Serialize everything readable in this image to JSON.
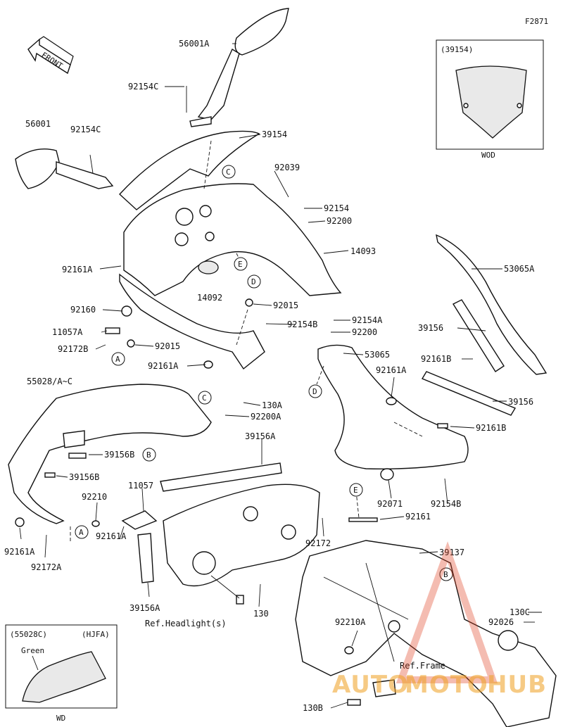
{
  "diagram": {
    "figure_code": "F2871",
    "front_label": "FRONT",
    "watermark": {
      "part1": "AUTO",
      "part2": "MOTO",
      "part3": "HUB"
    },
    "colors": {
      "line": "#111111",
      "watermark": "#f0a020",
      "background": "#ffffff"
    }
  },
  "inset_top": {
    "part": "(39154)",
    "caption": "WOD"
  },
  "inset_bottom": {
    "part": "(55028C)",
    "code": "(HJFA)",
    "color": "Green",
    "caption": "WD"
  },
  "refs": {
    "headlight": "Ref.Headlight(s)",
    "frame": "Ref.Frame"
  },
  "callouts": {
    "A": "A",
    "B": "B",
    "C": "C",
    "D": "D",
    "E": "E"
  },
  "labels": {
    "l56001A": "56001A",
    "l92154C_top": "92154C",
    "l56001": "56001",
    "l92154C": "92154C",
    "l39154": "39154",
    "l92039": "92039",
    "l92154": "92154",
    "l92200_top": "92200",
    "l14093": "14093",
    "l92161A_left": "92161A",
    "l14092": "14092",
    "l92015_top": "92015",
    "l92160": "92160",
    "l11057A": "11057A",
    "l92172B": "92172B",
    "l92015": "92015",
    "l92161A_mid": "92161A",
    "l92154B_mid": "92154B",
    "l92154A": "92154A",
    "l92200_mid": "92200",
    "l53065": "53065",
    "l53065A": "53065A",
    "l39156_r": "39156",
    "l92161B_r": "92161B",
    "l92161A_r": "92161A",
    "l39156_2": "39156",
    "l92161B_2": "92161B",
    "l92071": "92071",
    "l92154B": "92154B",
    "l55028": "55028/A~C",
    "l130A": "130A",
    "l92200A": "92200A",
    "l39156B_1": "39156B",
    "l39156A_1": "39156A",
    "l39156B_2": "39156B",
    "l11057": "11057",
    "l92210": "92210",
    "l92161A_bl": "92161A",
    "l92172A": "92172A",
    "l92161A_b2": "92161A",
    "l92172": "92172",
    "l92161": "92161",
    "l39137": "39137",
    "l39156A_2": "39156A",
    "l130": "130",
    "l130C": "130C",
    "l92026": "92026",
    "l92210A": "92210A",
    "l130B": "130B"
  }
}
